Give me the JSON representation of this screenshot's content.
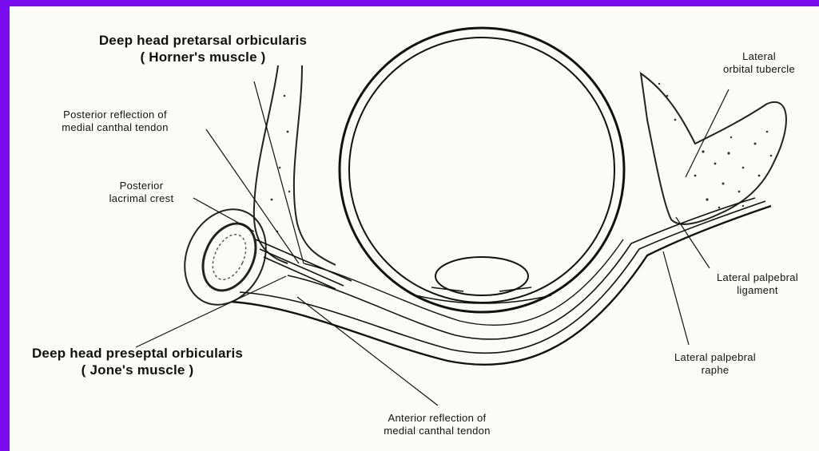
{
  "colors": {
    "frame": "#7a0df0",
    "background": "#fbfbf7",
    "ink": "#111111"
  },
  "labels": {
    "horner": {
      "line1": "Deep head pretarsal orbicularis",
      "line2": "( Horner's muscle )"
    },
    "posterior_reflection": {
      "line1": "Posterior reflection of",
      "line2": "medial canthal tendon"
    },
    "posterior_crest": {
      "line1": "Posterior",
      "line2": "lacrimal crest"
    },
    "jones": {
      "line1": "Deep head preseptal orbicularis",
      "line2": "( Jone's muscle )"
    },
    "anterior_reflection": {
      "line1": "Anterior reflection of",
      "line2": "medial canthal tendon"
    },
    "lateral_tubercle": {
      "line1": "Lateral",
      "line2": "orbital tubercle"
    },
    "lateral_ligament": {
      "line1": "Lateral palpebral",
      "line2": "ligament"
    },
    "lateral_raphe": {
      "line1": "Lateral palpebral",
      "line2": "raphe"
    }
  }
}
